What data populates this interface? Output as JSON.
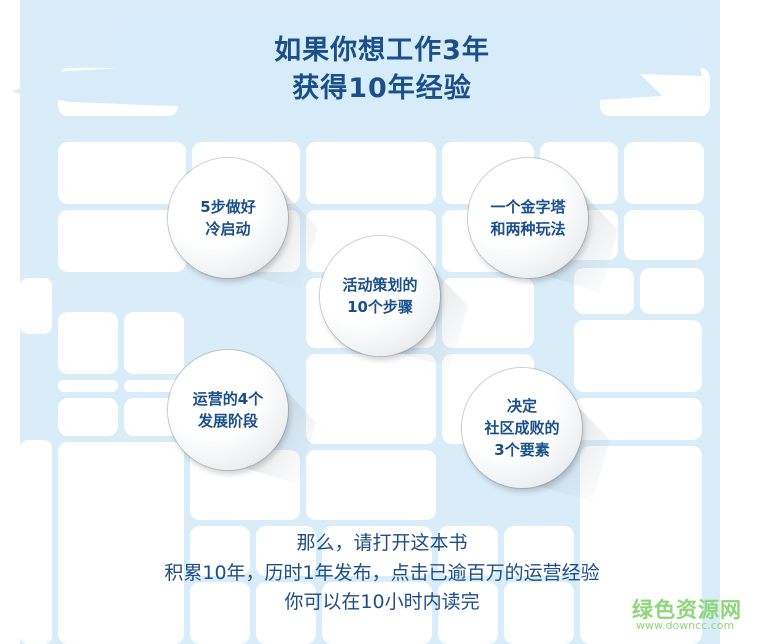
{
  "banner": {
    "title_line1": "如果你想工作3年",
    "title_line2": "获得10年经验",
    "color": "#d6ecf8"
  },
  "bubbles": [
    {
      "line1": "5步做好",
      "line2": "冷启动",
      "line3": ""
    },
    {
      "line1": "一个金字塔",
      "line2": "和两种玩法",
      "line3": ""
    },
    {
      "line1": "活动策划的",
      "line2": "10个步骤",
      "line3": ""
    },
    {
      "line1": "运营的4个",
      "line2": "发展阶段",
      "line3": ""
    },
    {
      "line1": "决定",
      "line2": "社区成败的",
      "line3": "3个要素"
    }
  ],
  "footer": {
    "line1": "那么，请打开这本书",
    "line2": "积累10年，历时1年发布，点击已逾百万的运营经验",
    "line3": "你可以在10小时内读完"
  },
  "watermark": {
    "name": "绿色资源网",
    "url": "www.downcc.com"
  },
  "colors": {
    "text_primary": "#1a4f8a",
    "grid": "#d6ecf8",
    "watermark": "#8fd67a"
  }
}
